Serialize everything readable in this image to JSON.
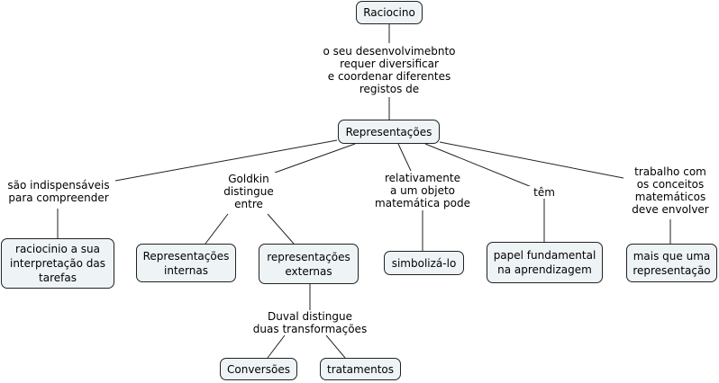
{
  "nodes": {
    "raciocino": "Raciocino",
    "representacoes": "Representações",
    "raciocinio_interpretacao": "raciocinio a sua\ninterpretação das\ntarefas",
    "representacoes_internas": "Representações\ninternas",
    "representacoes_externas": "representações\nexternas",
    "simboliza": "simbolizá-lo",
    "papel_fundamental": "papel fundamental\nna aprendizagem",
    "mais_que_uma": "mais que uma\nrepresentação",
    "conversoes": "Conversões",
    "tratamentos": "tratamentos"
  },
  "links": {
    "desenvolvimento": "o seu desenvolvimebnto\nrequer diversificar\ne coordenar diferentes\nregistos de",
    "indispensaveis": "são indispensáveis\npara compreender",
    "goldkin": "Goldkin\ndistingue\nentre",
    "relativamente": "relativamente\na um objeto\nmatemática pode",
    "tem": "têm",
    "trabalho": "trabalho com\nos conceitos\nmatemáticos\ndeve envolver",
    "duval": "Duval distingue\nduas transformações"
  }
}
